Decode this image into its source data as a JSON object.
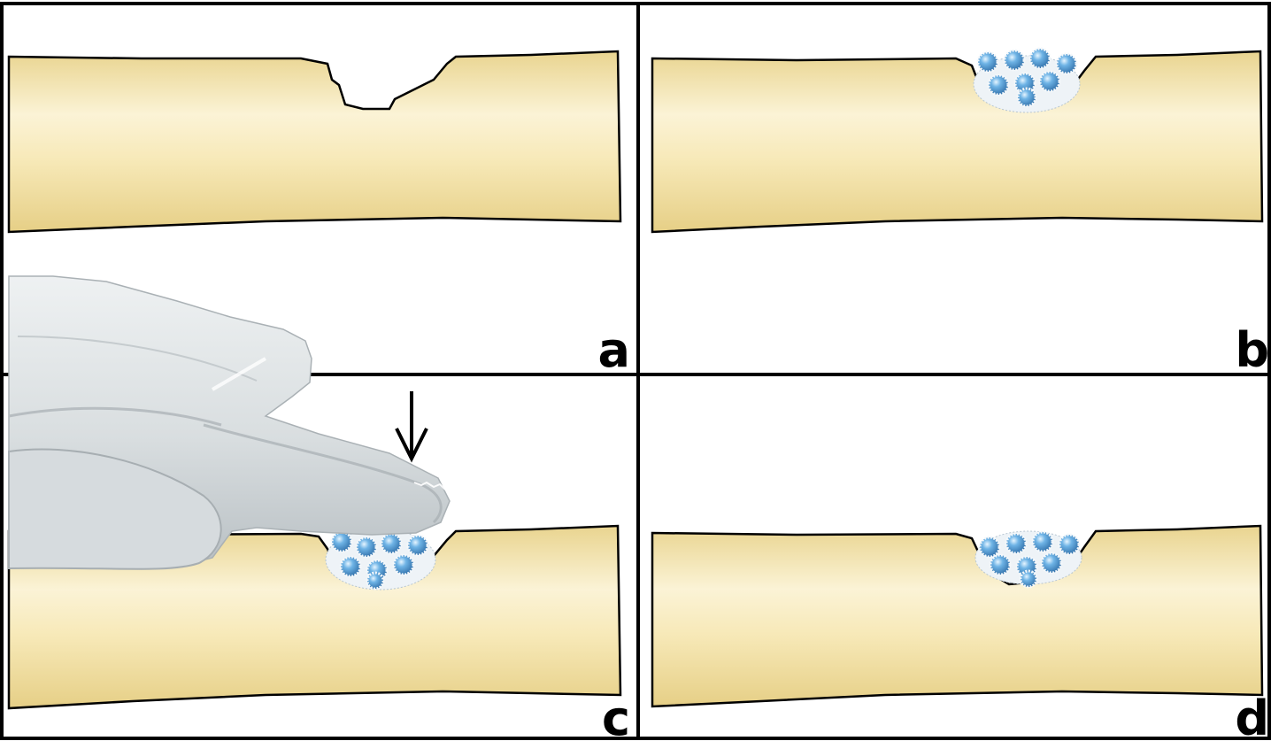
{
  "panels": [
    {
      "id": "a",
      "label": "a",
      "state": "defect"
    },
    {
      "id": "b",
      "label": "b",
      "state": "filled"
    },
    {
      "id": "c",
      "label": "c",
      "state": "compressed"
    },
    {
      "id": "d",
      "label": "d",
      "state": "restored"
    }
  ],
  "colors": {
    "tissue_light": "#fbf1cf",
    "tissue_mid": "#f1dfa0",
    "tissue_dark": "#e3cb83",
    "granule": "#4a9ad6",
    "granule_highlight": "#cfe9fb",
    "glove": "#dfe3e5",
    "glove_shadow": "#b8bec2",
    "outline": "#000000"
  },
  "icons": {
    "finger": "gloved-finger-icon",
    "arrow": "down-arrow-icon"
  }
}
